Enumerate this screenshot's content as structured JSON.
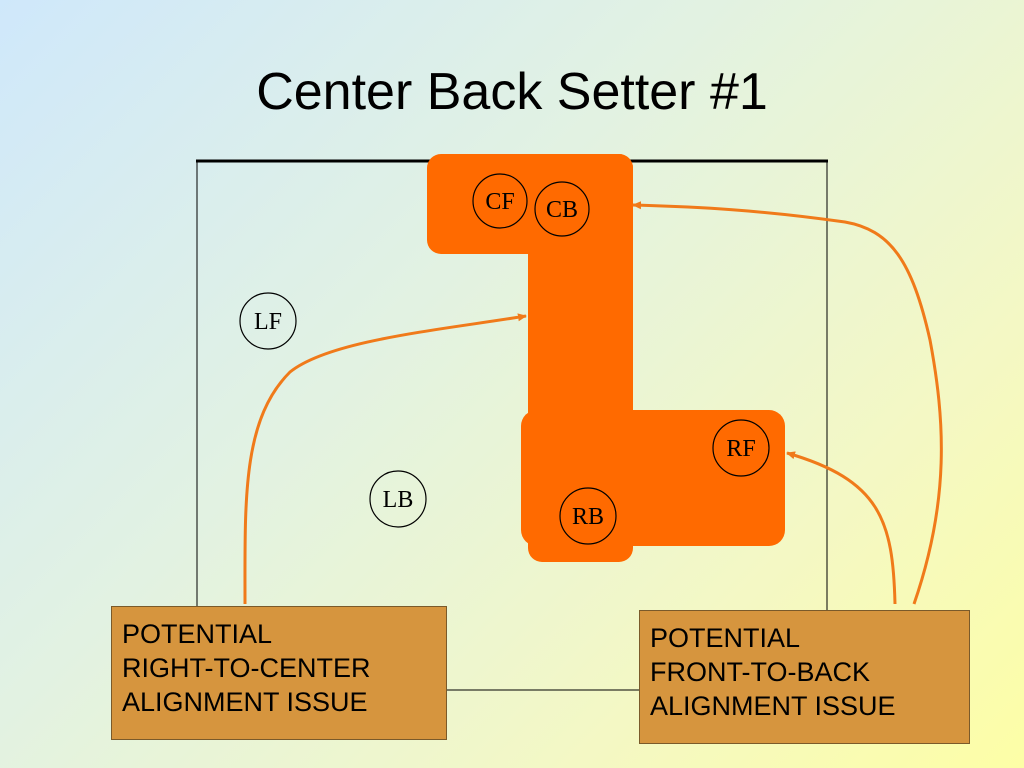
{
  "slide": {
    "title": "Center Back Setter #1"
  },
  "players": [
    {
      "id": "cf",
      "label": "CF"
    },
    {
      "id": "cb",
      "label": "CB"
    },
    {
      "id": "lf",
      "label": "LF"
    },
    {
      "id": "lb",
      "label": "LB"
    },
    {
      "id": "rf",
      "label": "RF"
    },
    {
      "id": "rb",
      "label": "RB"
    }
  ],
  "callouts": {
    "right_to_center": {
      "line1": "POTENTIAL",
      "line2": "RIGHT-TO-CENTER",
      "line3": "ALIGNMENT ISSUE"
    },
    "front_to_back": {
      "line1": "POTENTIAL",
      "line2": "FRONT-TO-BACK",
      "line3": "ALIGNMENT ISSUE"
    }
  },
  "colors": {
    "highlight": "#ff6a00",
    "arrow": "#f07a1a",
    "callout_fill": "#d6953e"
  }
}
